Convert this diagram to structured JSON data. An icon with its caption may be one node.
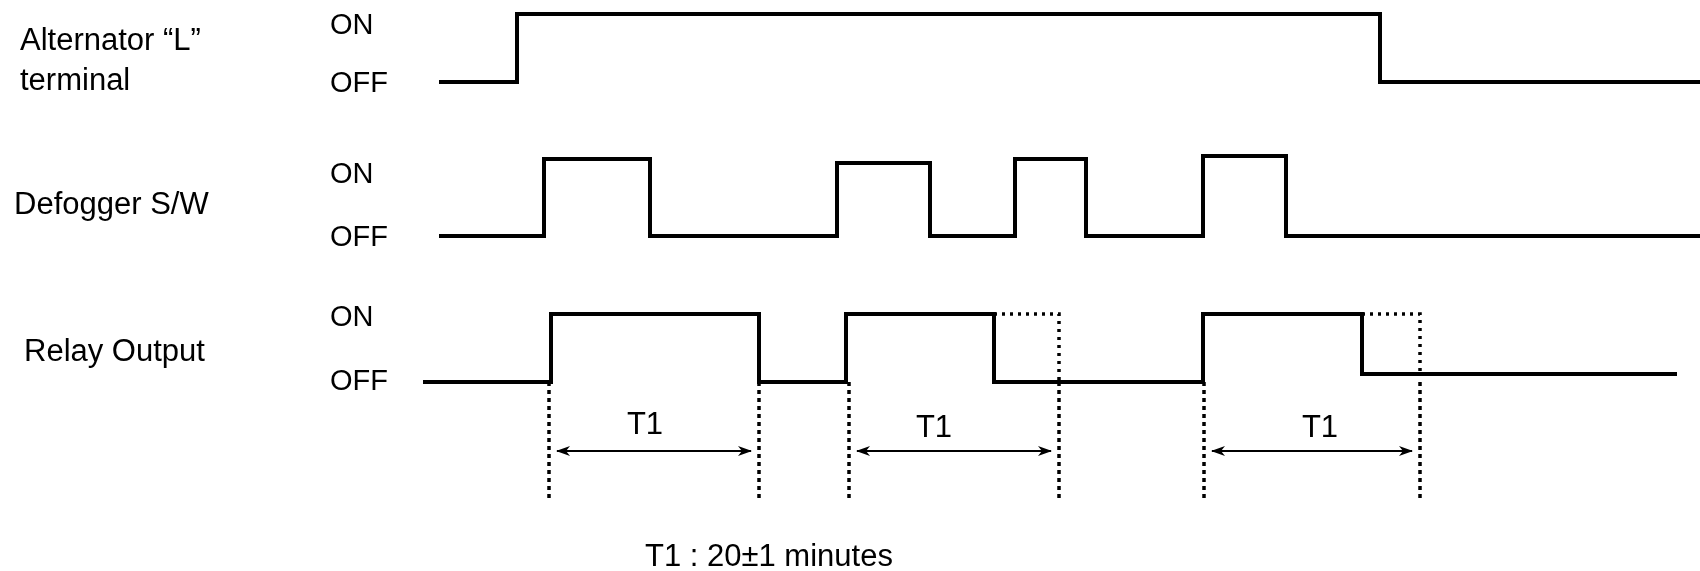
{
  "diagram": {
    "labels": [
      "Alternator “L” terminal",
      "ON",
      "OFF",
      "Defogger S/W",
      "ON",
      "OFF",
      "Relay Output",
      "ON",
      "OFF",
      "T1",
      "T1",
      "T1",
      "T1 : 20±1 minutes"
    ]
  }
}
